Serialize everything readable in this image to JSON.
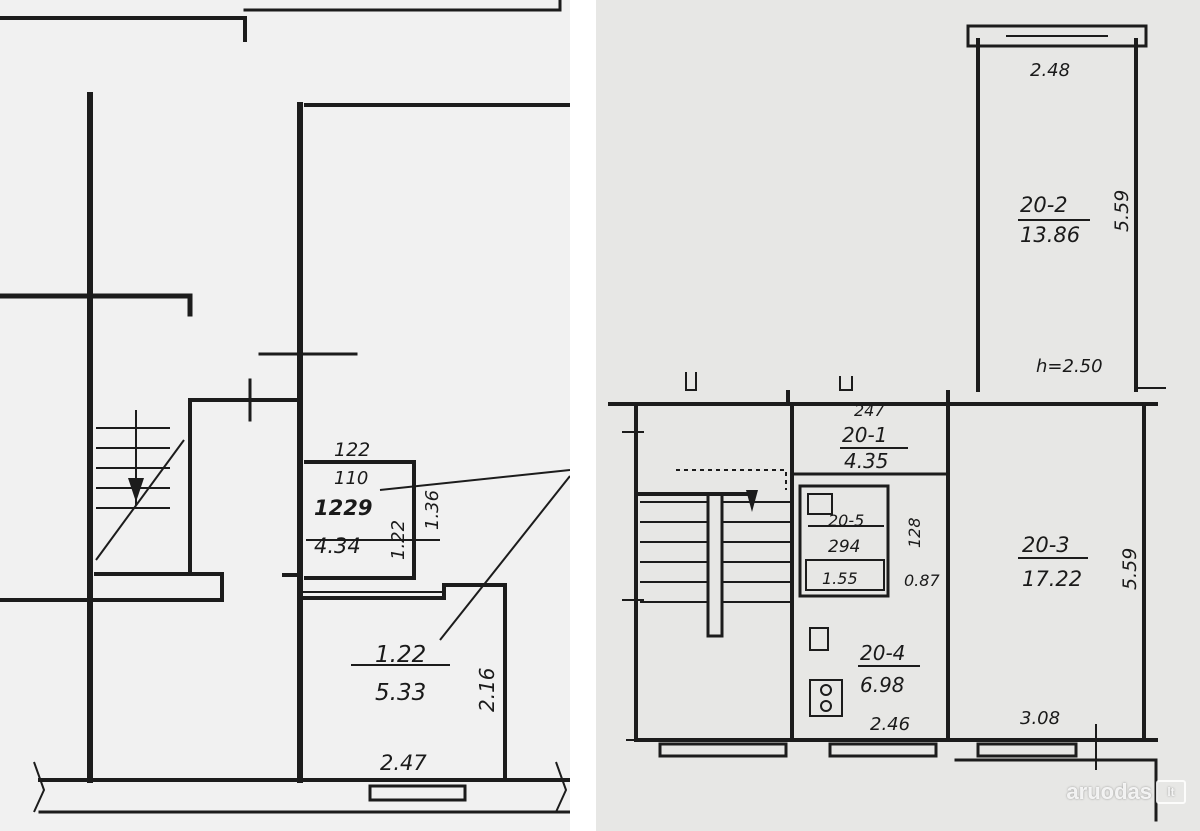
{
  "left_plan": {
    "labels": {
      "width_top": "122",
      "width_inner": "110",
      "room_a_code": "1229",
      "room_a_area": "4.34",
      "room_a_dim_v1": "1.22",
      "room_a_dim_v2": "1.36",
      "room_b_code": "1.22",
      "room_b_area": "5.33",
      "room_b_dim_v": "2.16",
      "bottom_width": "2.47"
    }
  },
  "right_plan": {
    "labels": {
      "room_2_width": "2.48",
      "room_2_code": "20-2",
      "room_2_area": "13.86",
      "room_2_length": "5.59",
      "ceiling_height": "h=2.50",
      "room_1_dim": "247",
      "room_1_code": "20-1",
      "room_1_area": "4.35",
      "room_5_dim_v": "128",
      "room_5_code": "20-5",
      "room_5_area": "294",
      "bath_area": "1.55",
      "bath_dim": "0.87",
      "room_3_code": "20-3",
      "room_3_area": "17.22",
      "room_3_length": "5.59",
      "room_4_code": "20-4",
      "room_4_area": "6.98",
      "kitchen_width": "2.46",
      "room_3_width": "3.08"
    }
  },
  "watermark": {
    "text": "aruodas",
    "badge": "lt"
  }
}
